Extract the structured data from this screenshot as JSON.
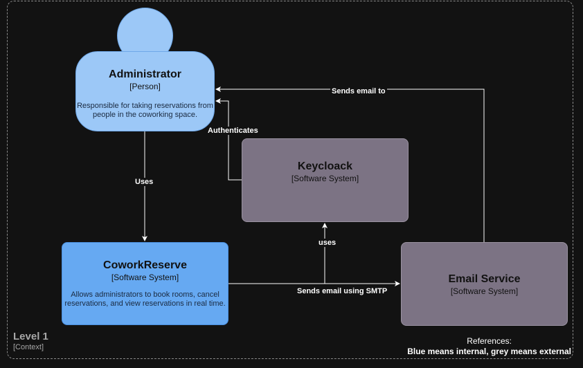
{
  "person": {
    "title": "Administrator",
    "kind": "[Person]",
    "description": "Responsible for taking reservations from people in the coworking space."
  },
  "systems": {
    "cowork": {
      "title": "CoworkReserve",
      "kind": "[Software System]",
      "description": "Allows administrators to book rooms, cancel reservations, and view reservations in real time."
    },
    "keycloak": {
      "title": "Keycloack",
      "kind": "[Software System]"
    },
    "email": {
      "title": "Email Service",
      "kind": "[Software System]"
    }
  },
  "edges": {
    "uses": "Uses",
    "authenticates": "Authenticates",
    "sends_email_to": "Sends email to",
    "uses_keycloak": "uses",
    "smtp": "Sends email using SMTP"
  },
  "level": {
    "title": "Level 1",
    "subtitle": "[Context]"
  },
  "references": {
    "heading": "References:",
    "text": "Blue means internal, grey means external"
  },
  "colors": {
    "internal_light": "#9cc8f7",
    "internal": "#66a9f2",
    "external": "#7c7384",
    "background": "#121212"
  }
}
